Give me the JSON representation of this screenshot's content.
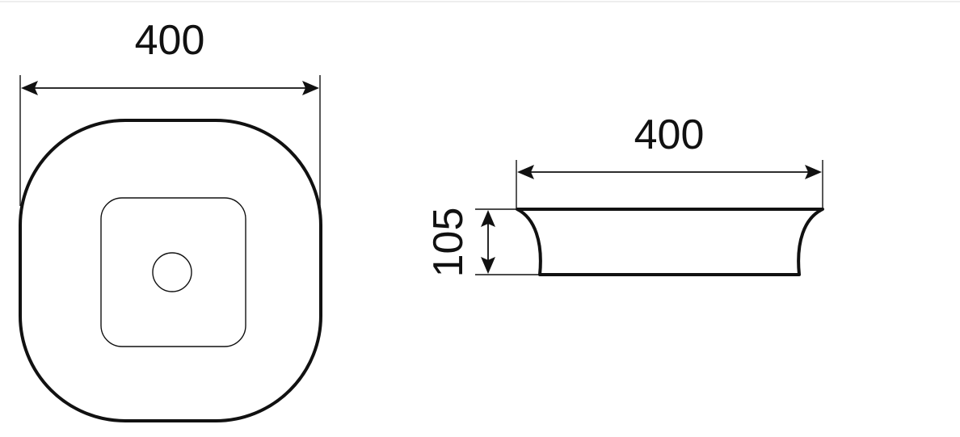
{
  "top_view": {
    "width_label": "400"
  },
  "side_view": {
    "width_label": "400",
    "height_label": "105"
  },
  "colors": {
    "line": "#111111",
    "background": "#ffffff"
  }
}
